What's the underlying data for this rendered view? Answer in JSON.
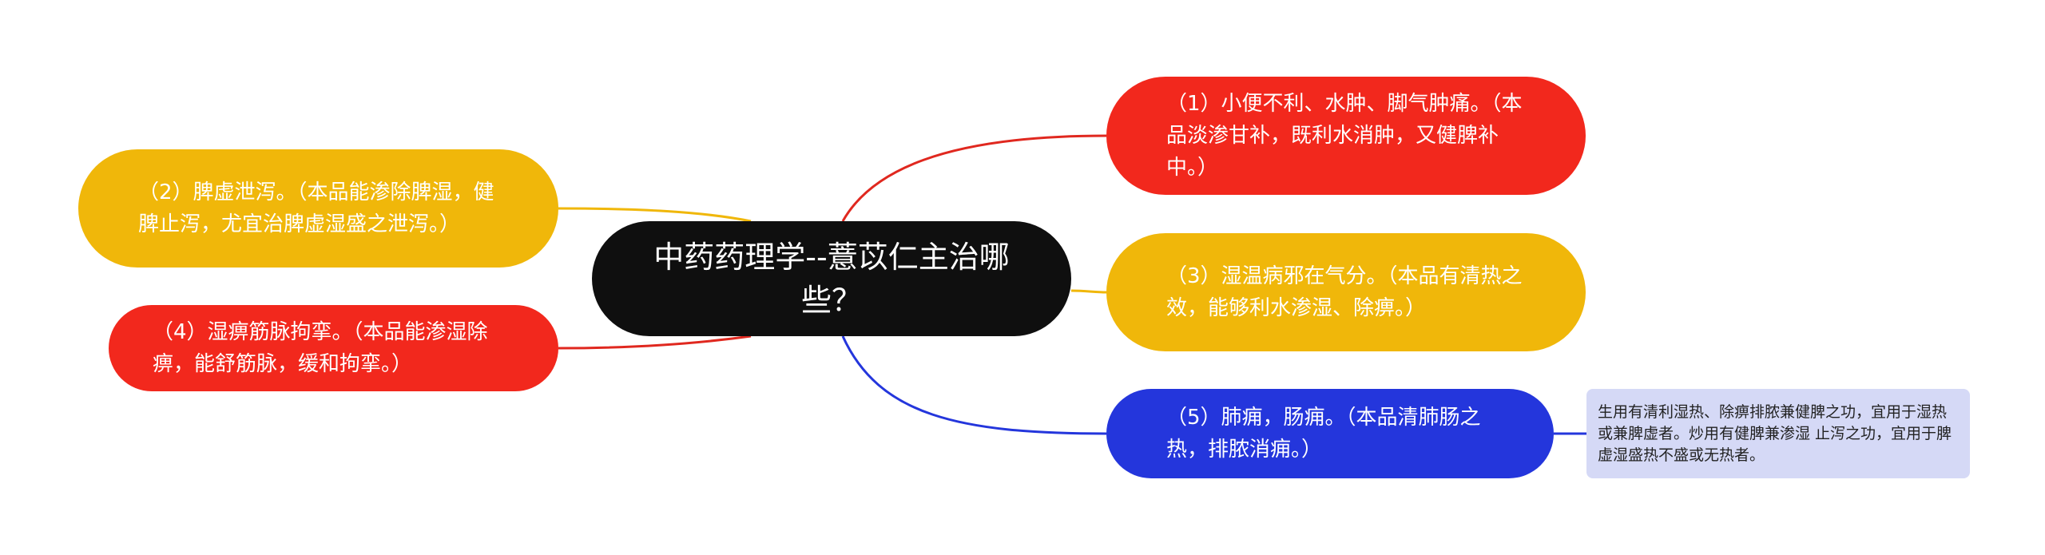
{
  "root": {
    "text": "中药药理学--薏苡仁主治哪些？"
  },
  "branches": [
    {
      "id": "n1",
      "text": "（1）小便不利、水肿、脚气肿痛。（本品淡渗甘补，既利水消肿，又健脾补中。）",
      "color": "#f2281d"
    },
    {
      "id": "n2",
      "text": "（2）脾虚泄泻。（本品能渗除脾湿，健脾止泻，尤宜治脾虚湿盛之泄泻。）",
      "color": "#f0b70a"
    },
    {
      "id": "n3",
      "text": "（3）湿温病邪在气分。（本品有清热之效，能够利水渗湿、除痹。）",
      "color": "#f0b70a"
    },
    {
      "id": "n4",
      "text": "（4）湿痹筋脉拘挛。（本品能渗湿除痹，能舒筋脉，缓和拘挛。）",
      "color": "#f2281d"
    },
    {
      "id": "n5",
      "text": "（5）肺痈，肠痈。（本品清肺肠之热，排脓消痈。）",
      "color": "#2436dc"
    }
  ],
  "note": {
    "text": "生用有清利湿热、除痹排脓兼健脾之功，宜用于湿热或兼脾虚者。炒用有健脾兼渗湿 止泻之功，宜用于脾虚湿盛热不盛或无热者。",
    "color": "#d5d9f6"
  }
}
